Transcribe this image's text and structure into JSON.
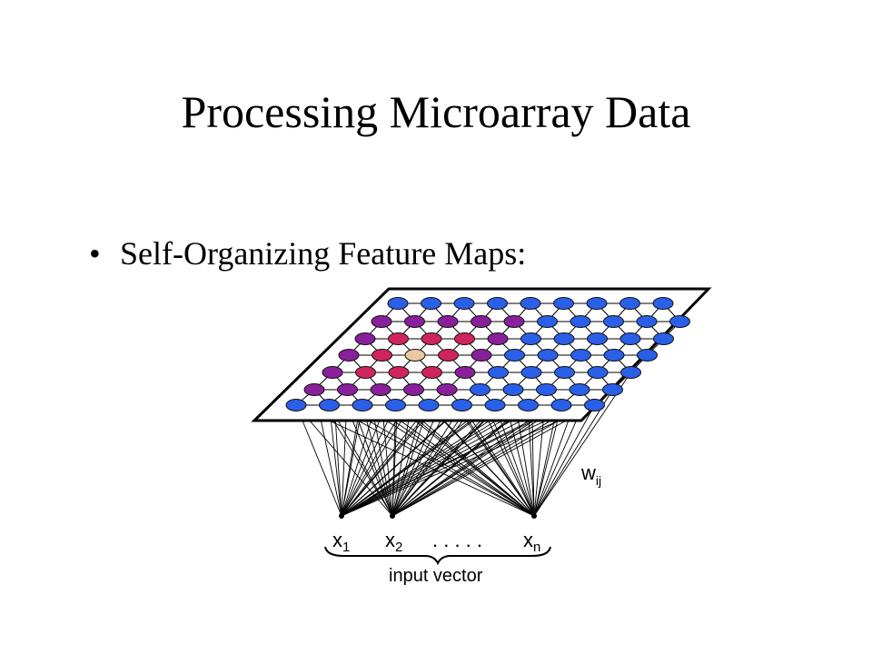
{
  "slide": {
    "title": "Processing Microarray Data",
    "bullet_symbol": "•",
    "bullet_text": "Self-Organizing Feature Maps:"
  },
  "figure": {
    "weight_label_main": "w",
    "weight_label_sub": "ij",
    "inputs": [
      {
        "name": "x",
        "sub": "1"
      },
      {
        "name": "x",
        "sub": "2"
      },
      {
        "name": "x",
        "sub": "n"
      }
    ],
    "ellipsis": ". . . . .",
    "input_vector_label": "input vector",
    "node_colors": {
      "blue": "#2a5fe8",
      "purple": "#8a1f9c",
      "magenta": "#d0245e",
      "tan": "#e8c8a0"
    },
    "node_grid": [
      "BBBBBBBBB",
      "PPPPPBBBBB",
      "PMMMPBBBBB",
      "PMTMPBBBBB",
      "PMMMPBBBBB",
      "PPPPPBBBBB",
      "BBBBBBBBBB"
    ]
  }
}
